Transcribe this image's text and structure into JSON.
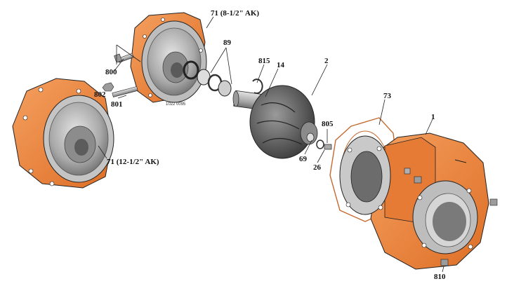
{
  "colors": {
    "casting": "#f0883c",
    "casting_shade": "#c9652a",
    "metal": "#b8b8b8",
    "metal_dark": "#6e6e6e",
    "line": "#222222"
  },
  "part_numbers": {
    "p71_upper": "71 (8-1/2\" AK)",
    "p71_lower": "71 (12-1/2\" AK)",
    "p89": "89",
    "p815": "815",
    "p14": "14",
    "p2": "2",
    "p73": "73",
    "p1": "1",
    "p800": "800",
    "p802": "802",
    "p801": "801",
    "p805": "805",
    "p69": "69",
    "p26": "26",
    "p810": "810",
    "drawing_code": "1022 0095"
  }
}
